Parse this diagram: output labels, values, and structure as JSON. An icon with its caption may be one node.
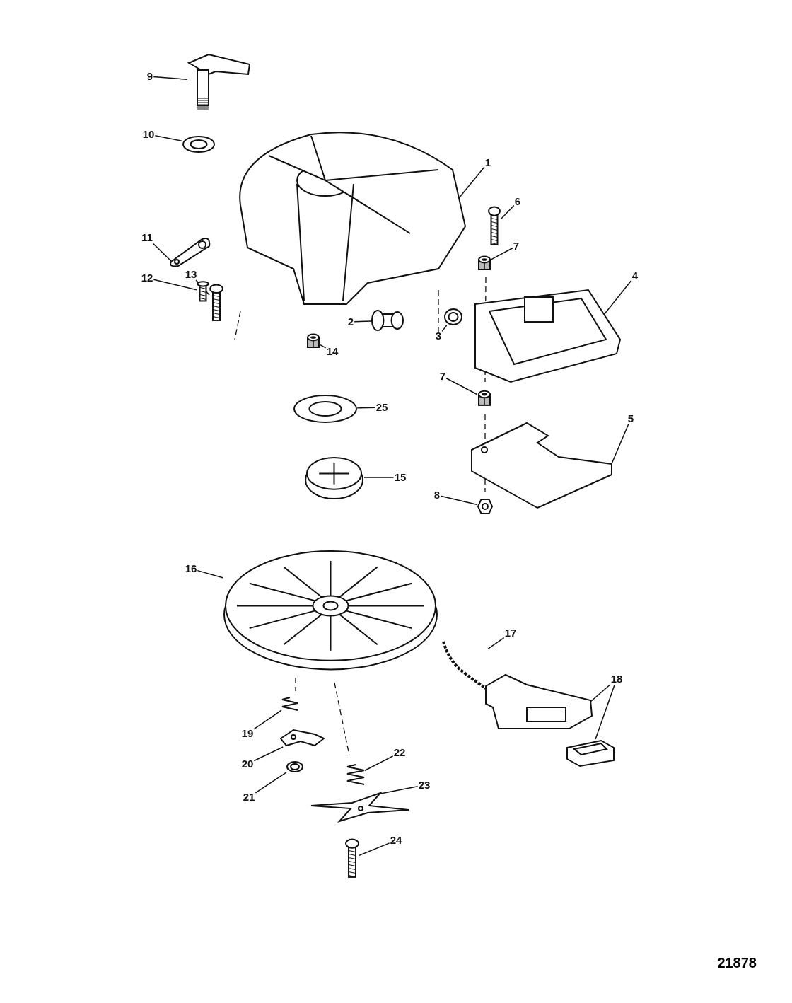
{
  "diagram": {
    "nodes": [
      {
        "text": [
          "9"
        ]
      },
      {
        "text": [],
        "shape": "picture"
      },
      {
        "text": [
          "10"
        ]
      },
      {
        "text": [],
        "shape": "picture"
      },
      {
        "text": [
          "1"
        ]
      },
      {
        "text": [],
        "shape": "picture"
      },
      {
        "text": [
          "6"
        ]
      },
      {
        "text": [],
        "shape": "picture"
      },
      {
        "text": [
          "11"
        ]
      },
      {
        "text": [],
        "shape": "picture"
      },
      {
        "text": [
          "7"
        ]
      },
      {
        "text": [],
        "shape": "picture"
      },
      {
        "text": [
          "12"
        ]
      },
      {
        "text": [],
        "shape": "picture"
      },
      {
        "text": [
          "13"
        ]
      },
      {
        "text": [],
        "shape": "picture"
      },
      {
        "text": [
          "2"
        ]
      },
      {
        "text": [],
        "shape": "picture"
      },
      {
        "text": [
          "3"
        ]
      },
      {
        "text": [],
        "shape": "picture"
      },
      {
        "text": [
          "4"
        ]
      },
      {
        "text": [],
        "shape": "picture"
      },
      {
        "text": [
          "14"
        ]
      },
      {
        "text": [],
        "shape": "picture"
      },
      {
        "text": [
          "7"
        ]
      },
      {
        "text": [],
        "shape": "picture"
      },
      {
        "text": [
          "25"
        ]
      },
      {
        "text": [],
        "shape": "picture"
      },
      {
        "text": [
          "5"
        ]
      },
      {
        "text": [],
        "shape": "picture"
      },
      {
        "text": [
          "15"
        ]
      },
      {
        "text": [],
        "shape": "picture"
      },
      {
        "text": [
          "8"
        ]
      },
      {
        "text": [],
        "shape": "picture"
      },
      {
        "text": [
          "16"
        ]
      },
      {
        "text": [],
        "shape": "picture"
      },
      {
        "text": [
          "17"
        ]
      },
      {
        "text": [],
        "shape": "picture"
      },
      {
        "text": [
          "18"
        ]
      },
      {
        "text": [],
        "shape": "picture"
      },
      {
        "text": [],
        "shape": "picture"
      },
      {
        "text": [
          "19"
        ]
      },
      {
        "text": [],
        "shape": "picture"
      },
      {
        "text": [
          "20"
        ]
      },
      {
        "text": [],
        "shape": "picture"
      },
      {
        "text": [
          "21"
        ]
      },
      {
        "text": [],
        "shape": "picture"
      },
      {
        "text": [
          "22"
        ]
      },
      {
        "text": [],
        "shape": "picture"
      },
      {
        "text": [
          "23"
        ]
      },
      {
        "text": [],
        "shape": "picture"
      },
      {
        "text": [
          "24"
        ]
      },
      {
        "text": [],
        "shape": "picture"
      }
    ],
    "edges": [
      {
        "from": 0,
        "to": 1,
        "arrow": "none"
      },
      {
        "from": 2,
        "to": 3,
        "arrow": "none"
      },
      {
        "from": 4,
        "to": 5,
        "arrow": "none"
      },
      {
        "from": 6,
        "to": 7,
        "arrow": "none"
      },
      {
        "from": 8,
        "to": 9,
        "arrow": "none"
      },
      {
        "from": 10,
        "to": 11,
        "arrow": "none"
      },
      {
        "from": 12,
        "to": 13,
        "arrow": "none"
      },
      {
        "from": 14,
        "to": 15,
        "arrow": "none"
      },
      {
        "from": 16,
        "to": 17,
        "arrow": "none"
      },
      {
        "from": 18,
        "to": 19,
        "arrow": "none"
      },
      {
        "from": 20,
        "to": 21,
        "arrow": "none"
      },
      {
        "from": 22,
        "to": 23,
        "arrow": "none"
      },
      {
        "from": 24,
        "to": 25,
        "arrow": "none"
      },
      {
        "from": 26,
        "to": 27,
        "arrow": "none"
      },
      {
        "from": 28,
        "to": 29,
        "arrow": "none"
      },
      {
        "from": 30,
        "to": 31,
        "arrow": "none"
      },
      {
        "from": 32,
        "to": 33,
        "arrow": "none"
      },
      {
        "from": 34,
        "to": 35,
        "arrow": "none"
      },
      {
        "from": 36,
        "to": 37,
        "arrow": "none"
      },
      {
        "from": 38,
        "to": 39,
        "arrow": "none"
      },
      {
        "from": 38,
        "to": 40,
        "arrow": "none"
      },
      {
        "from": 41,
        "to": 42,
        "arrow": "none"
      },
      {
        "from": 43,
        "to": 44,
        "arrow": "none"
      },
      {
        "from": 45,
        "to": 46,
        "arrow": "none"
      },
      {
        "from": 47,
        "to": 48,
        "arrow": "none"
      },
      {
        "from": 49,
        "to": 50,
        "arrow": "none"
      },
      {
        "from": 51,
        "to": 52,
        "arrow": "none"
      }
    ],
    "labels": [
      "21878"
    ]
  }
}
